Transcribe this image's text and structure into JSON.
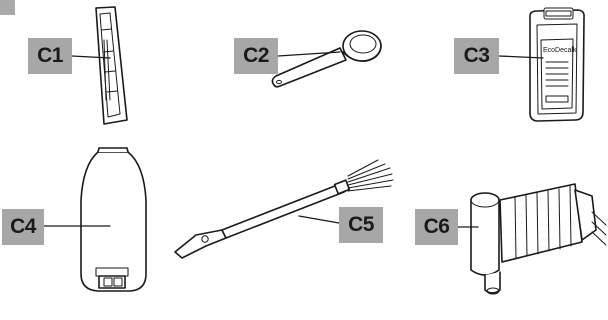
{
  "labels": {
    "c1": "C1",
    "c2": "C2",
    "c3": "C3",
    "c4": "C4",
    "c5": "C5",
    "c6": "C6"
  },
  "items": {
    "c3_package_brand": "EcoDecalk"
  },
  "colors": {
    "label_background": "#a7a7a7",
    "line_art": "#1a1a1a",
    "page_background": "#ffffff"
  }
}
